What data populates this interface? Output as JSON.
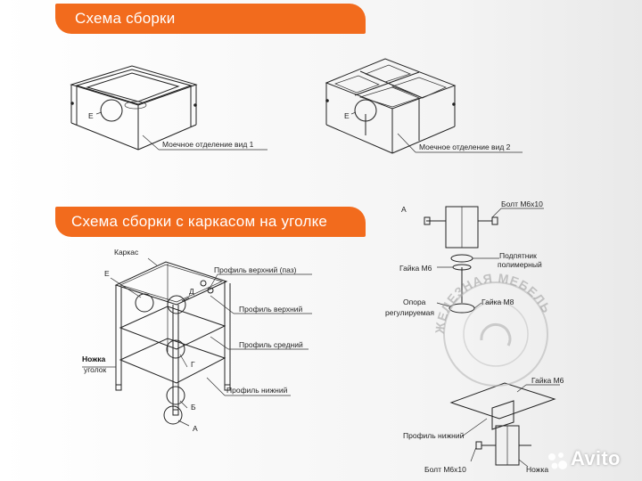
{
  "banners": {
    "top": "Схема сборки",
    "middle": "Схема сборки с каркасом на уголке"
  },
  "diagram1": {
    "callout": "Е",
    "caption": "Моечное отделение вид 1"
  },
  "diagram2": {
    "callout": "Е",
    "caption": "Моечное отделение вид 2"
  },
  "frame": {
    "labels": {
      "karkas": "Каркас",
      "profile_top_groove": "Профиль верхний (паз)",
      "profile_top": "Профиль верхний",
      "profile_middle": "Профиль средний",
      "leg": "Ножка",
      "corner": "уголок",
      "profile_bottom": "Профиль нижний"
    },
    "letters": {
      "E": "Е",
      "D": "Д",
      "G": "Г",
      "B": "Б",
      "A": "А"
    }
  },
  "detail_a": {
    "letter": "А",
    "bolt_top": "Болт М6х10",
    "bearing_line1": "Подпятник",
    "bearing_line2": "полимерный",
    "nut_m6": "Гайка М6",
    "support_line1": "Опора",
    "support_line2": "регулируемая",
    "nut_m8": "Гайка М8",
    "nut_m6_lower": "Гайка М6",
    "profile_bottom": "Профиль нижний",
    "bolt_bottom": "Болт М6х10",
    "leg": "Ножка"
  },
  "watermark": "ЖЕЛЕЗНАЯ МЕБЕЛЬ",
  "avito": "Avito"
}
